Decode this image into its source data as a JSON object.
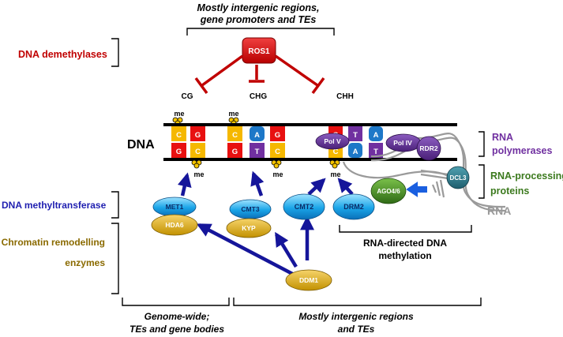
{
  "top_caption": {
    "line1": "Mostly intergenic regions,",
    "line2": "gene promoters and  TEs"
  },
  "left_labels": {
    "demethylases": "DNA demethylases",
    "methyltransferase": "DNA methyltransferase",
    "chromatin_line1": "Chromatin remodelling",
    "chromatin_line2": "enzymes"
  },
  "right_labels": {
    "rna_pol_line1": "RNA",
    "rna_pol_line2": "polymerases",
    "rna_proc_line1": "RNA-processing",
    "rna_proc_line2": "proteins",
    "rna": "RNA"
  },
  "dna_label": "DNA",
  "contexts": {
    "cg": "CG",
    "chg": "CHG",
    "chh": "CHH"
  },
  "methyl_label": "me",
  "enzymes": {
    "ros1": "ROS1",
    "met1": "MET1",
    "hda6": "HDA6",
    "cmt3": "CMT3",
    "kyp": "KYP",
    "cmt2": "CMT2",
    "drm2": "DRM2",
    "ddm1": "DDM1",
    "ago": "AGO4/6",
    "pol_v": "Pol V",
    "pol_iv": "Pol IV",
    "rdr2": "RDR2",
    "dcl3": "DCL3"
  },
  "bases": {
    "g": "G",
    "c": "C",
    "a": "A",
    "t": "T"
  },
  "rddm_line1": "RNA-directed DNA",
  "rddm_line2": "methylation",
  "bottom_left_line1": "Genome-wide;",
  "bottom_left_line2": "TEs and gene bodies",
  "bottom_right_line1": "Mostly intergenic regions",
  "bottom_right_line2": "and TEs",
  "colors": {
    "demethylase_red": "#c00000",
    "methyltransferase_blue": "#1f1fb0",
    "chromatin_gold": "#8a6a00",
    "polymerase_purple": "#7030a0",
    "processing_green": "#3c7a1e",
    "base_g": "#e81010",
    "base_c": "#f5b800",
    "base_a": "#1d78c8",
    "base_t": "#7030a0"
  }
}
